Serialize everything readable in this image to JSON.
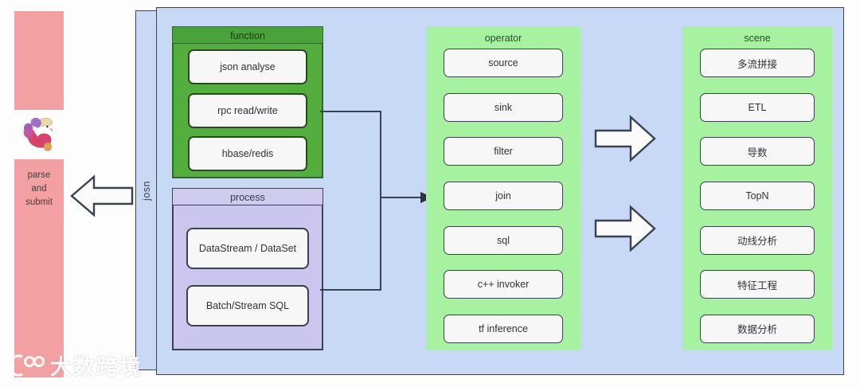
{
  "left_column": {
    "logo_icon": "apache-flink-squirrel-logo",
    "caption": "parse\nand\nsubmit"
  },
  "flow_arrows": {
    "to_left_label": "arrow-left",
    "to_scene_1": "arrow-right",
    "to_scene_2": "arrow-right"
  },
  "pipeline": {
    "channel_label": "josn"
  },
  "groups": [
    {
      "id": "function",
      "title": "function",
      "items": [
        "json analyse",
        "rpc read/write",
        "hbase/redis"
      ]
    },
    {
      "id": "process",
      "title": "process",
      "items": [
        "DataStream / DataSet",
        "Batch/Stream SQL"
      ]
    }
  ],
  "operator": {
    "title": "operator",
    "items": [
      "source",
      "sink",
      "filter",
      "join",
      "sql",
      "c++ invoker",
      "tf inference"
    ]
  },
  "scene": {
    "title": "scene",
    "items": [
      "多流拼接",
      "ETL",
      "导数",
      "TopN",
      "动线分析",
      "特征工程",
      "数据分析"
    ]
  },
  "watermark": {
    "text": "大数跨境",
    "logo_icon": "watermark-logo-100"
  },
  "colors": {
    "pink": "#f2a0a1",
    "panel_blue": "#c7d9f5",
    "function_green": "#54ae3e",
    "function_green_dark": "#2f6b26",
    "process_purple": "#cbc6ee",
    "light_green": "#a7f2a0",
    "outline": "#3d4356"
  }
}
